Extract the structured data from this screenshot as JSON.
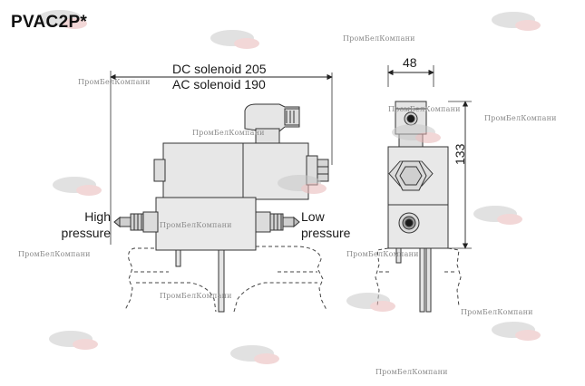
{
  "title": "PVAC2P*",
  "dimensions": {
    "dc_solenoid": "DC solenoid 205",
    "ac_solenoid": "AC solenoid 190",
    "width": "48",
    "height": "133"
  },
  "ports": {
    "high_pressure_line1": "High",
    "high_pressure_line2": "pressure",
    "low_pressure_line1": "Low",
    "low_pressure_line2": "pressure"
  },
  "watermark": {
    "text": "ПромБелКомпани"
  }
}
